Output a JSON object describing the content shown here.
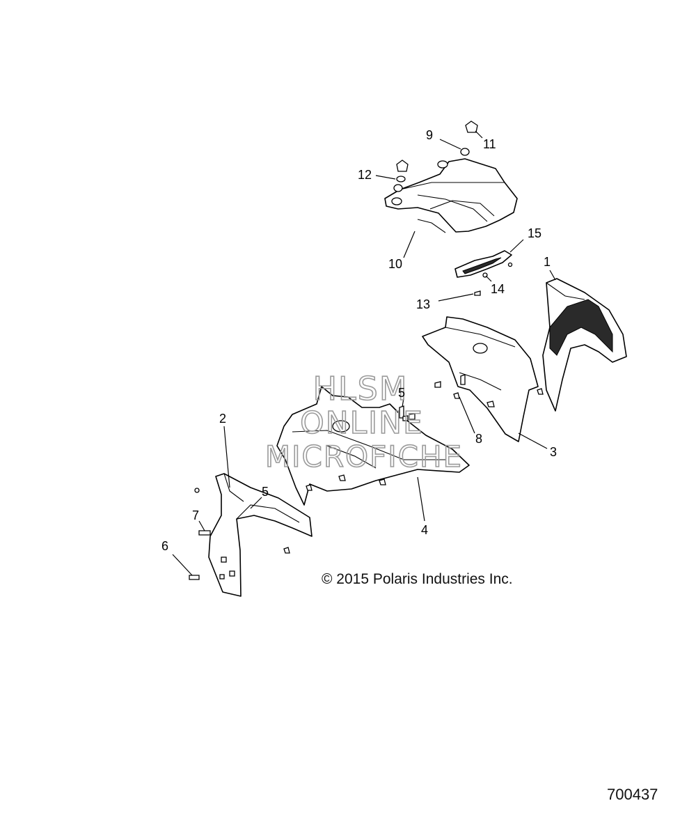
{
  "callouts": {
    "c1": "1",
    "c2": "2",
    "c3": "3",
    "c4": "4",
    "c5a": "5",
    "c5b": "5",
    "c6": "6",
    "c7": "7",
    "c8": "8",
    "c9": "9",
    "c10": "10",
    "c11": "11",
    "c12": "12",
    "c13": "13",
    "c14": "14",
    "c15": "15"
  },
  "watermark": {
    "line1": "HLSM",
    "line2": "ONLINE",
    "line3": "MICROFICHE"
  },
  "copyright": "© 2015 Polaris Industries Inc.",
  "figure_number": "700437"
}
